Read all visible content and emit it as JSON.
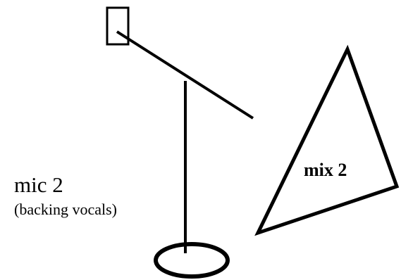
{
  "mic": {
    "name": "mic 2",
    "role": "(backing vocals)"
  },
  "monitor": {
    "name": "mix 2"
  },
  "colors": {
    "stroke": "#000000",
    "background": "#ffffff"
  }
}
